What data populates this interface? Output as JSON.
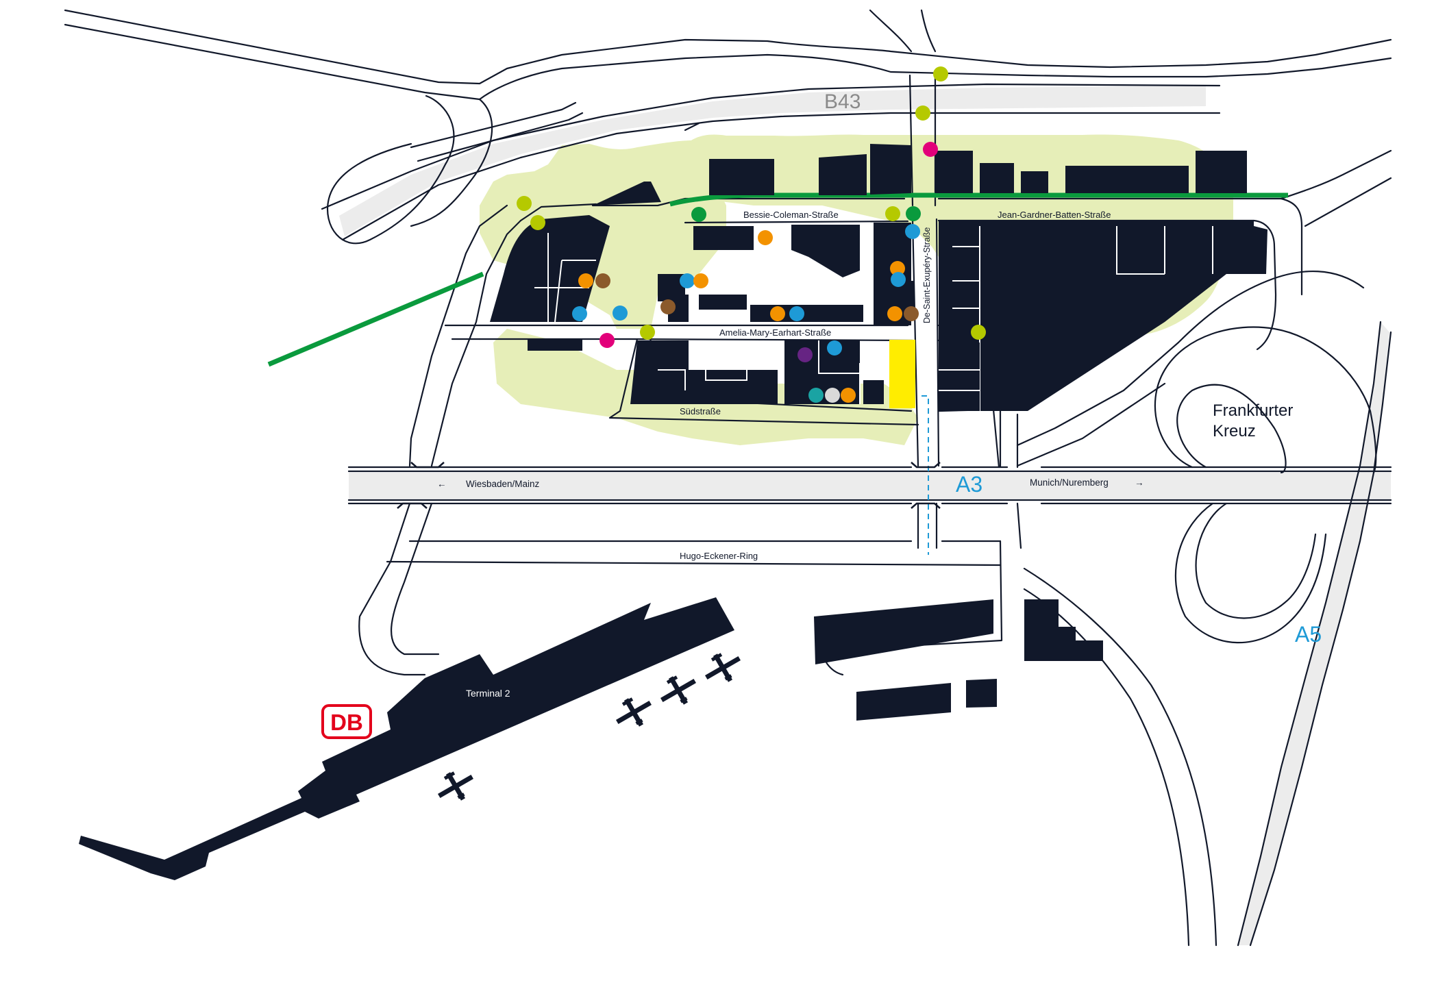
{
  "map": {
    "highways": {
      "b43": "B43",
      "a3": "A3",
      "a5": "A5"
    },
    "directions": {
      "west": "Wiesbaden/Mainz",
      "east": "Munich/Nuremberg",
      "west_arrow": "←",
      "east_arrow": "→"
    },
    "streets": {
      "bessie": "Bessie-Coleman-Straße",
      "jean": "Jean-Gardner-Batten-Straße",
      "amelia": "Amelia-Mary-Earhart-Straße",
      "exupery": "De-Saint-Exupéry-Straße",
      "sued": "Südstraße",
      "hugo": "Hugo-Eckener-Ring"
    },
    "places": {
      "kreuz_line1": "Frankfurter",
      "kreuz_line2": "Kreuz",
      "terminal": "Terminal 2",
      "db_logo": "DB"
    },
    "colors": {
      "lime": "#b5c900",
      "magenta": "#e2007a",
      "dark_green": "#0a9a3d",
      "blue": "#1e9ad6",
      "orange": "#f39200",
      "brown": "#8b5a2b",
      "purple": "#662483",
      "teal": "#1aa3a3",
      "light_gray": "#d9d9d9",
      "yellow": "#ffed00",
      "rail": "#0a9a3d",
      "building": "#11182a",
      "green_area": "#e6eeb8"
    }
  }
}
